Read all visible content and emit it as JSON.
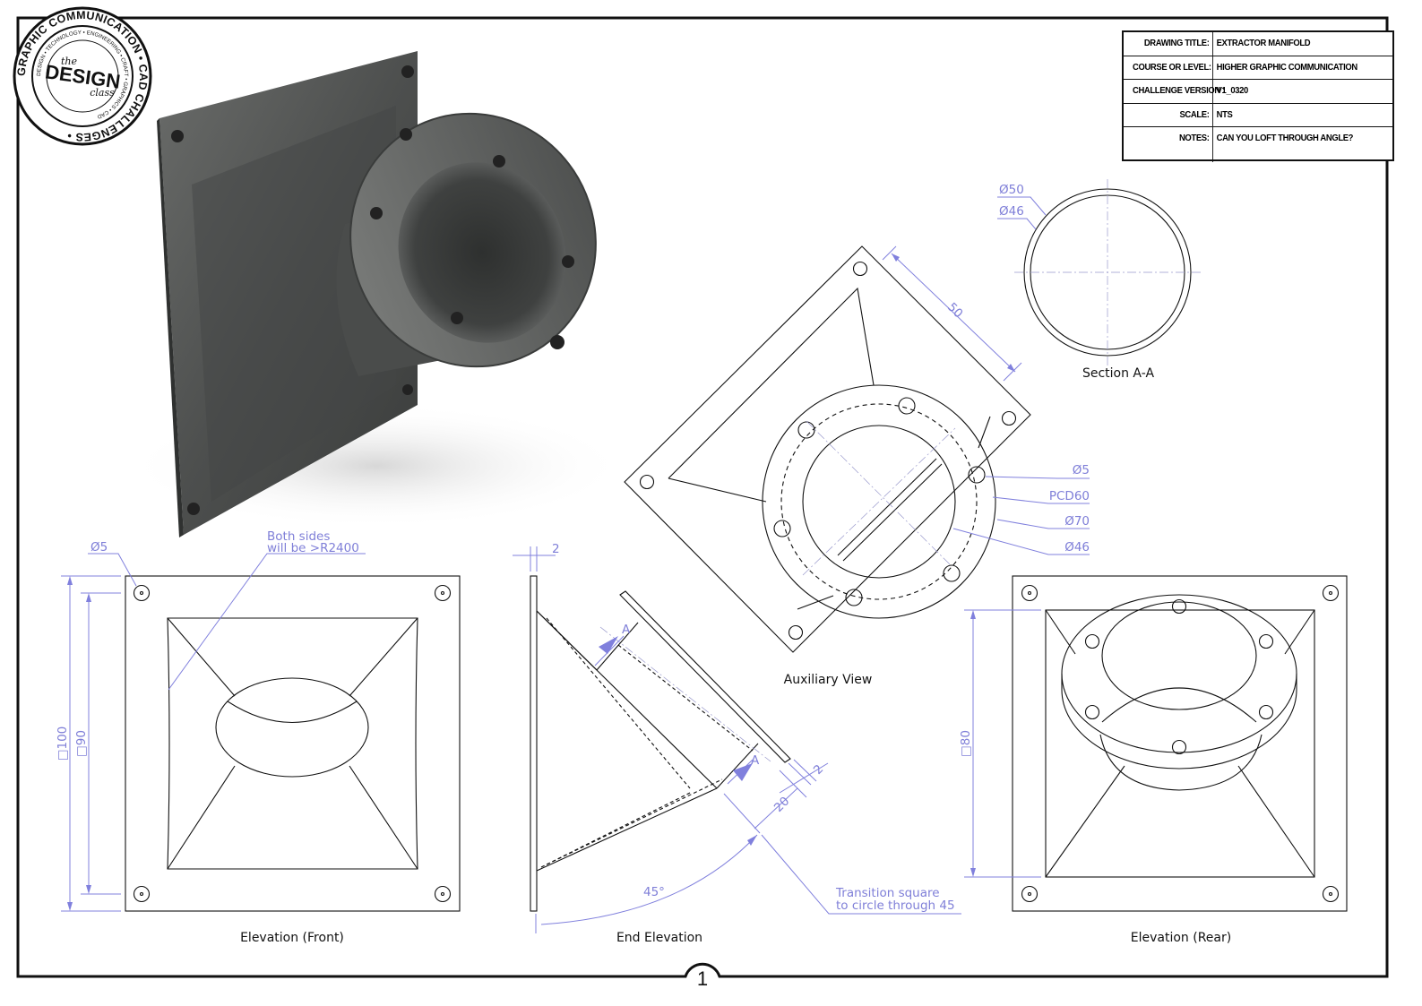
{
  "title_block": {
    "rows": [
      {
        "label": "DRAWING TITLE:",
        "value": "EXTRACTOR MANIFOLD"
      },
      {
        "label": "COURSE OR LEVEL:",
        "value": "HIGHER GRAPHIC COMMUNICATION"
      },
      {
        "label": "CHALLENGE VERSION :",
        "value": "V1_0320"
      },
      {
        "label": "SCALE:",
        "value": "NTS"
      },
      {
        "label": "NOTES:",
        "value": "CAN YOU LOFT THROUGH ANGLE?"
      }
    ]
  },
  "logo": {
    "ring_text": "GRAPHIC COMMUNICATION • CAD CHALLENGES •",
    "inner_text": "DESIGN • TECHNOLOGY • ENGINEERING • CRAFT • GRAPHICS • CAD",
    "the": "the",
    "design": "DESIGN",
    "class": "class"
  },
  "views": {
    "front": "Elevation (Front)",
    "end": "End Elevation",
    "rear": "Elevation (Rear)",
    "auxiliary": "Auxiliary View",
    "section": "Section A-A"
  },
  "dimensions": {
    "front_hole": "Ø5",
    "front_note_1": "Both sides",
    "front_note_2": "will be >R2400",
    "front_outer": "□100",
    "front_inner": "□90",
    "end_thickness_top": "2",
    "end_section_mark_1": "A",
    "end_section_mark_2": "A",
    "end_thickness_flange": "2",
    "end_length": "20",
    "end_angle": "45°",
    "transition_note_1": "Transition square",
    "transition_note_2": "to circle through 45",
    "aux_length": "50",
    "aux_hole": "Ø5",
    "aux_pcd": "PCD60",
    "aux_outer": "Ø70",
    "aux_bore": "Ø46",
    "section_outer": "Ø50",
    "section_inner": "Ø46",
    "rear_inner": "□80"
  },
  "page_number": "1",
  "colors": {
    "line": "#111111",
    "dimension": "#7f7fd8",
    "metal": "#4f5150"
  }
}
